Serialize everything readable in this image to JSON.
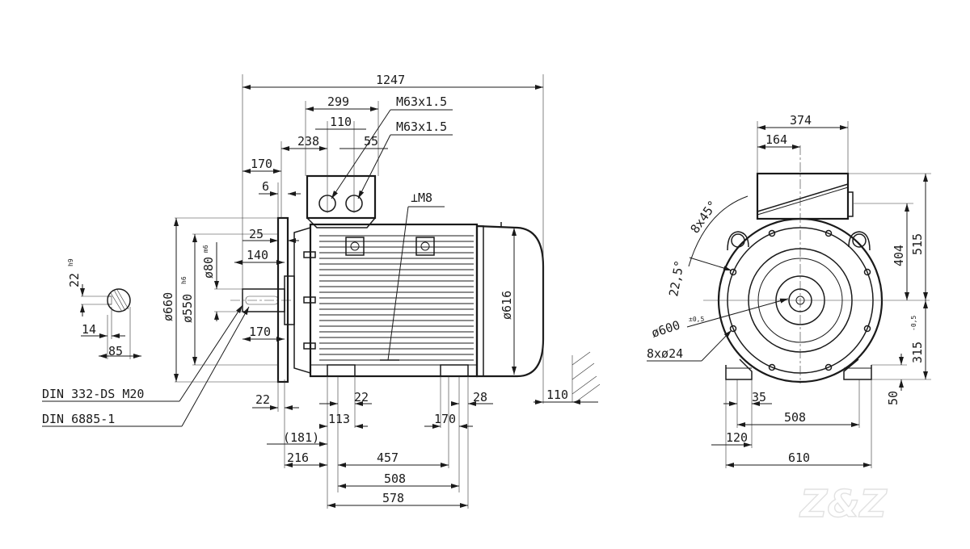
{
  "side_view": {
    "dims": {
      "d1247": "1247",
      "d299": "299",
      "d110": "110",
      "d238": "238",
      "d55": "55",
      "d170_top": "170",
      "d6": "6",
      "d25": "25",
      "d140": "140",
      "d170_shaft": "170",
      "d660": "ø660",
      "d550": "ø550",
      "d550_tol": "h6",
      "d80": "ø80",
      "d80_tol": "m6",
      "d616": "ø616",
      "d22_left": "22",
      "d22_mid": "22",
      "d28": "28",
      "d113": "113",
      "d170_bottom": "170",
      "d181": "(181)",
      "d216": "216",
      "d457": "457",
      "d508": "508",
      "d578": "578",
      "d110_right": "110"
    },
    "labels": {
      "gland1": "M63x1.5",
      "gland2": "M63x1.5",
      "earth": "⊥M8"
    }
  },
  "shaft_detail": {
    "d22": "22",
    "d22_tol": "h9",
    "d14": "14",
    "d85": "85"
  },
  "notes": {
    "din1": "DIN 332-DS M20",
    "din2": "DIN 6885-1"
  },
  "end_view": {
    "dims": {
      "d374": "374",
      "d164": "164",
      "d8x45": "8x45°",
      "d22_5": "22,5°",
      "d600": "ø600",
      "d600_tol": "±0,5",
      "d8x24": "8xø24",
      "d404": "404",
      "d515": "515",
      "d315": "315",
      "d315_tol": "-0,5",
      "d50": "50",
      "d35": "35",
      "d508": "508",
      "d120": "120",
      "d610": "610"
    }
  },
  "watermark": {
    "text": "Z&Z"
  }
}
